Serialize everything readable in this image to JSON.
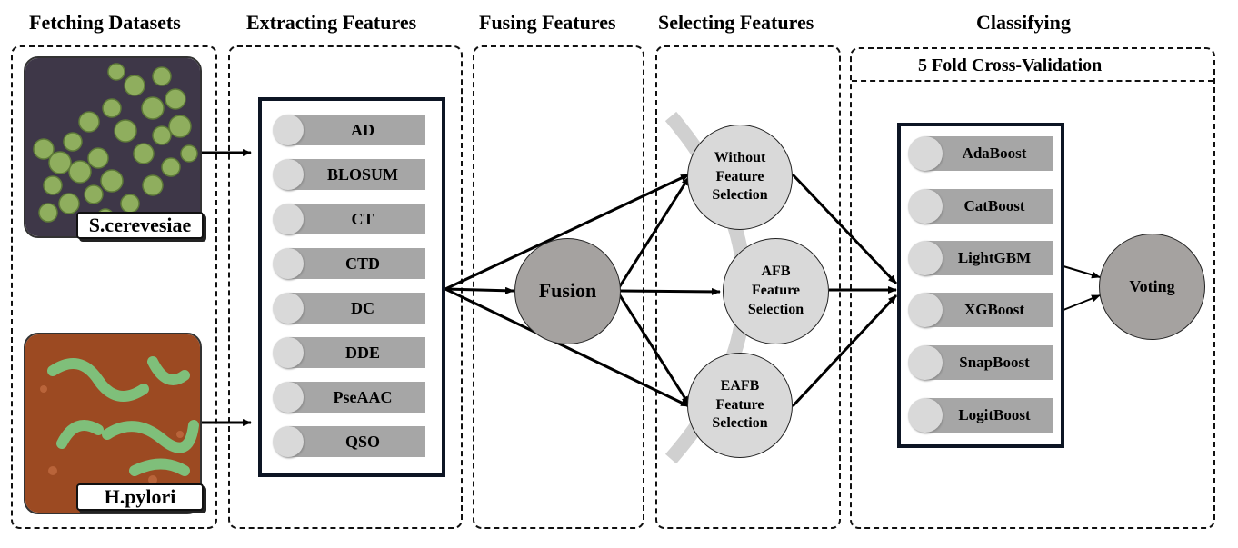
{
  "stages": {
    "fetching": "Fetching Datasets",
    "extracting": "Extracting Features",
    "fusing": "Fusing Features",
    "selecting": "Selecting Features",
    "classifying": "Classifying"
  },
  "datasets": {
    "yeast_label": "S.cerevesiae",
    "bacteria_label": "H.pylori"
  },
  "features": [
    "AD",
    "BLOSUM",
    "CT",
    "CTD",
    "DC",
    "DDE",
    "PseAAC",
    "QSO"
  ],
  "fusion_label": "Fusion",
  "selection": {
    "without": [
      "Without",
      "Feature",
      "Selection"
    ],
    "afb": [
      "AFB",
      "Feature",
      "Selection"
    ],
    "eafb": [
      "EAFB",
      "Feature",
      "Selection"
    ]
  },
  "classification": {
    "cv_label": "5 Fold Cross-Validation",
    "classifiers": [
      "AdaBoost",
      "CatBoost",
      "LightGBM",
      "XGBoost",
      "SnapBoost",
      "LogitBoost"
    ],
    "voting_label": "Voting"
  },
  "colors": {
    "feature_bar": "#a6a6a6",
    "fusion_fill": "#a5a2a0",
    "selection_fill": "#d9d9d9",
    "arc": "#d0d0d0"
  }
}
